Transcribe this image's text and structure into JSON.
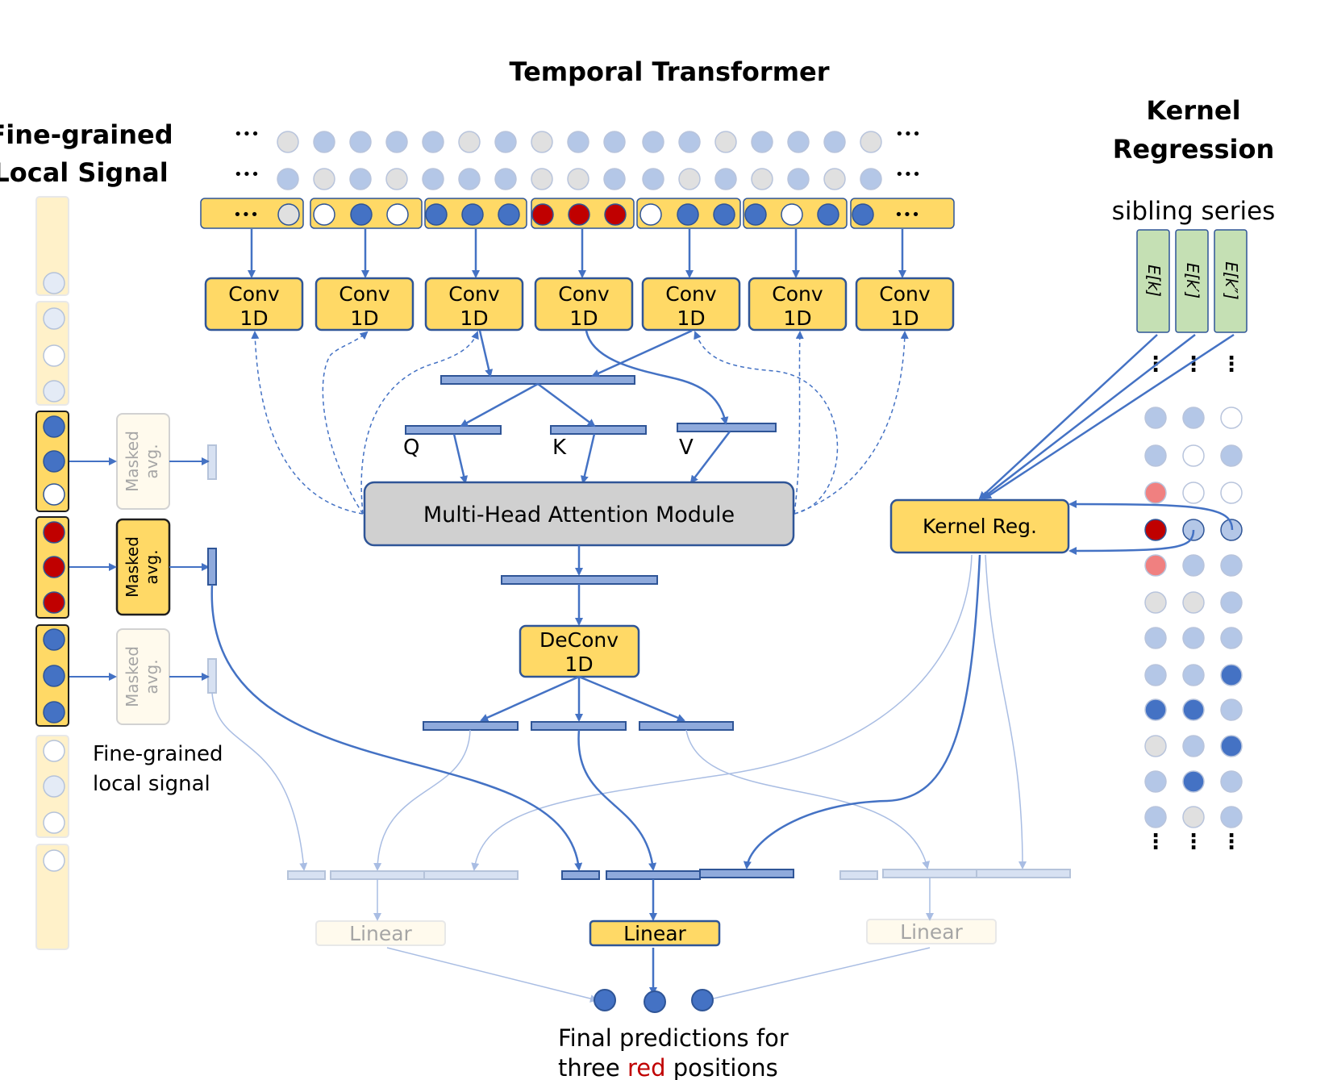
{
  "titles": {
    "temporal": "Temporal Transformer",
    "local_line1": "Fine-grained",
    "local_line2": "Local Signal",
    "kernel_line1": "Kernel",
    "kernel_line2": "Regression"
  },
  "ellipsis": "•••",
  "conv_label_line1": "Conv",
  "conv_label_line2": "1D",
  "qkv": [
    "Q",
    "K",
    "V"
  ],
  "attention_label": "Multi-Head Attention Module",
  "deconv_line1": "DeConv",
  "deconv_line2": "1D",
  "masked_avg_line1": "Masked",
  "masked_avg_line2": "avg.",
  "local_caption_line1": "Fine-grained",
  "local_caption_line2": "local signal",
  "sibling_label": "sibling series",
  "sibling_tags": [
    "E[k]",
    "E[k′]",
    "E[k″]"
  ],
  "kernel_reg_label": "Kernel Reg.",
  "linear_label": "Linear",
  "final_caption": {
    "line1": "Final predictions for",
    "line2_before": "three ",
    "line2_red": "red",
    "line2_after": " positions"
  },
  "colors": {
    "dot_dark": "#4472c4",
    "dot_red": "#c00000",
    "dot_light": "#b4c7e7",
    "dot_gray": "#e0e0e0",
    "box_fill": "#ffd966",
    "box_fill_light": "#fff2cc",
    "tag_fill": "#c5e0b4",
    "attn_fill": "#d0d0d0",
    "arrow": "#4472c4"
  }
}
